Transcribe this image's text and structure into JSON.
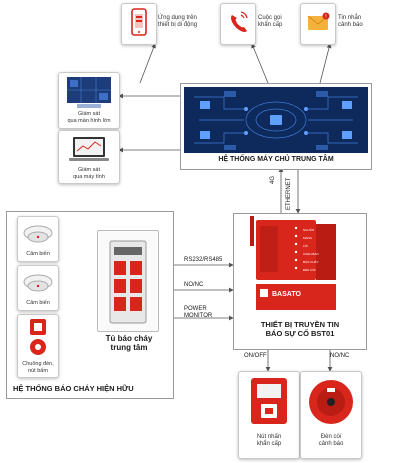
{
  "top_icons": [
    {
      "label_l1": "Ứng dụng trên",
      "label_l2": "thiết bị di động",
      "icon": "smartphone-app-icon"
    },
    {
      "label_l1": "Cuộc gọi",
      "label_l2": "khẩn cấp",
      "icon": "phone-call-icon"
    },
    {
      "label_l1": "Tin nhắn",
      "label_l2": "cảnh báo",
      "icon": "sms-message-icon"
    }
  ],
  "monitors": [
    {
      "label_l1": "Giám sát",
      "label_l2": "qua màn hình lớn",
      "icon": "video-wall-icon"
    },
    {
      "label_l1": "Giám sát",
      "label_l2": "qua máy tính",
      "icon": "laptop-icon"
    }
  ],
  "server": {
    "title": "HỆ THỐNG MÁY CHỦ TRUNG TÂM"
  },
  "links": {
    "fourg": "4G",
    "ethernet": "ETHERNET",
    "rs": "RS232/RS485",
    "nonc": "NO/NC",
    "power_l1": "POWER",
    "power_l2": "MONITOR",
    "onoff": "ON/OFF",
    "nonc2": "NO/NC"
  },
  "existing": {
    "title": "HỆ THỐNG BÁO CHÁY HIỆN HỮU",
    "devices": [
      {
        "label_l1": "Cảm biến",
        "label_l2": ""
      },
      {
        "label_l1": "Cảm biến",
        "label_l2": ""
      },
      {
        "label_l1": "Chuông đèn,",
        "label_l2": "nút bấm"
      }
    ],
    "panel_l1": "Tủ báo cháy",
    "panel_l2": "trung tâm"
  },
  "transmitter": {
    "title_l1": "THIẾT BỊ TRUYỀN TIN",
    "title_l2": "BÁO SỰ CỐ BST01",
    "brand": "BASATO",
    "leds": [
      "NGUỒN",
      "MẠNG",
      "LỖI",
      "CẢNH BÁO",
      "BÁO CHÁY",
      "ĐÈN CÒI"
    ]
  },
  "outputs": [
    {
      "label_l1": "Nút nhấn",
      "label_l2": "khẩn cấp"
    },
    {
      "label_l1": "Đèn còi",
      "label_l2": "cảnh báo"
    }
  ],
  "colors": {
    "red": "#d9261c",
    "navy": "#0e2a5c",
    "line": "#555555"
  }
}
